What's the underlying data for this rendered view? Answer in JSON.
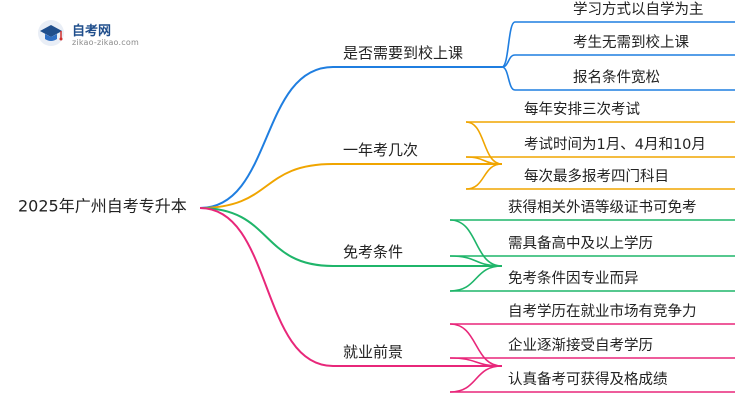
{
  "brand": {
    "name": "自考网",
    "domain": "zikao-zikao.com"
  },
  "root": {
    "label": "2025年广州自考专升本"
  },
  "branches": [
    {
      "label": "是否需要到校上课",
      "color": "#1f7ee0",
      "children": [
        "学习方式以自学为主",
        "考生无需到校上课",
        "报名条件宽松"
      ]
    },
    {
      "label": "一年考几次",
      "color": "#f0a500",
      "children": [
        "每年安排三次考试",
        "考试时间为1月、4月和10月",
        "每次最多报考四门科目"
      ]
    },
    {
      "label": "免考条件",
      "color": "#1fb56a",
      "children": [
        "获得相关外语等级证书可免考",
        "需具备高中及以上学历",
        "免考条件因专业而异"
      ]
    },
    {
      "label": "就业前景",
      "color": "#e8277a",
      "children": [
        "自考学历在就业市场有竞争力",
        "企业逐渐接受自考学历",
        "认真备考可获得及格成绩"
      ]
    }
  ]
}
